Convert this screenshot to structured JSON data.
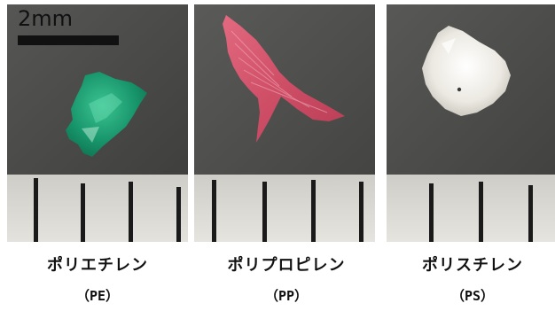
{
  "scale_bar": {
    "label": "2mm"
  },
  "samples": [
    {
      "name": "ポリエチレン",
      "abbr": "（PE）",
      "color": "#1f9e72"
    },
    {
      "name": "ポリプロピレン",
      "abbr": "（PP）",
      "color": "#d9576e"
    },
    {
      "name": "ポリスチレン",
      "abbr": "（PS）",
      "color": "#ece9e2"
    }
  ],
  "colors": {
    "background_dark": "#4a4a48",
    "ruler_paper": "#dcdad4",
    "ruler_tick": "#1a1a1a",
    "scale_bar": "#111111"
  }
}
